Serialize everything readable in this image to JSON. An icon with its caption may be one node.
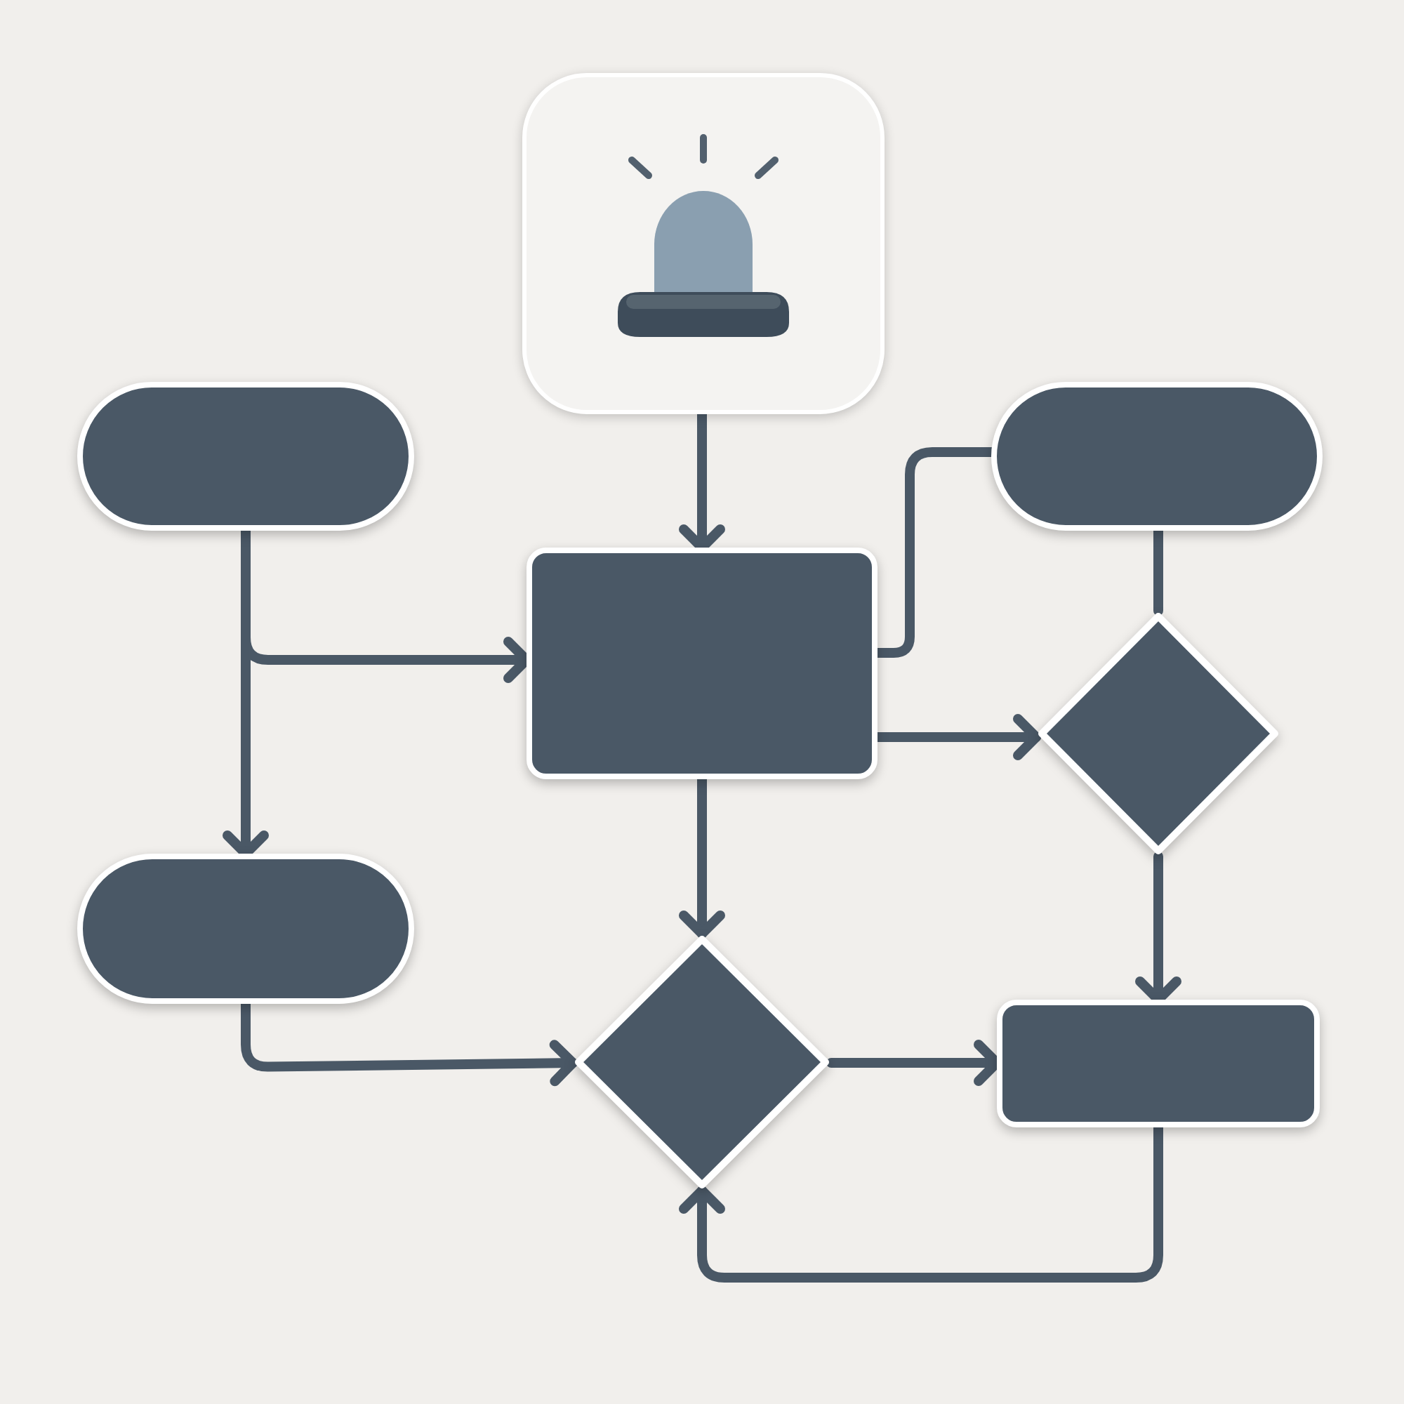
{
  "diagram": {
    "nodes": [
      {
        "text": [],
        "shape": "picture"
      },
      {
        "text": [],
        "shape": "pill"
      },
      {
        "text": [],
        "shape": "pill"
      },
      {
        "text": [],
        "shape": "box"
      },
      {
        "text": [],
        "shape": "diamond"
      },
      {
        "text": [],
        "shape": "pill"
      },
      {
        "text": [],
        "shape": "diamond"
      },
      {
        "text": [],
        "shape": "box"
      }
    ],
    "edges": [
      {
        "from": 0,
        "to": 3,
        "arrow": "to"
      },
      {
        "from": 1,
        "to": 3,
        "arrow": "to"
      },
      {
        "from": 1,
        "to": 5,
        "arrow": "to"
      },
      {
        "from": 3,
        "to": 2,
        "arrow": "none"
      },
      {
        "from": 2,
        "to": 4,
        "arrow": "none"
      },
      {
        "from": 3,
        "to": 4,
        "arrow": "to"
      },
      {
        "from": 3,
        "to": 6,
        "arrow": "to"
      },
      {
        "from": 4,
        "to": 7,
        "arrow": "to"
      },
      {
        "from": 5,
        "to": 6,
        "arrow": "to"
      },
      {
        "from": 6,
        "to": 7,
        "arrow": "to"
      },
      {
        "from": 7,
        "to": 6,
        "arrow": "to"
      }
    ]
  }
}
